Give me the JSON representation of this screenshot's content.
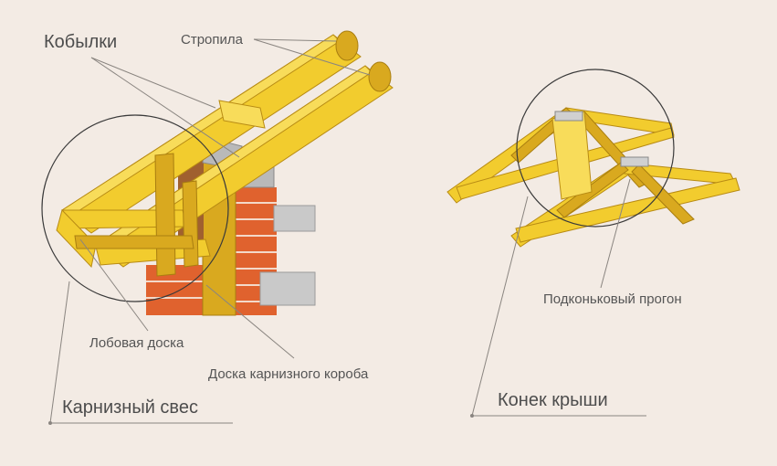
{
  "labels": {
    "kobylki": "Кобылки",
    "stropila": "Стропила",
    "lobovaya": "Лобовая доска",
    "karniznyi_korob": "Доска карнизного короба",
    "karniznyi_svec": "Карнизный свес",
    "podkonkovyi": "Подконьковый прогон",
    "konek": "Конек крыши"
  },
  "colors": {
    "background": "#f3ebe4",
    "wood": "#f2cc2e",
    "brick": "#e0622e",
    "line": "#8a8580"
  }
}
